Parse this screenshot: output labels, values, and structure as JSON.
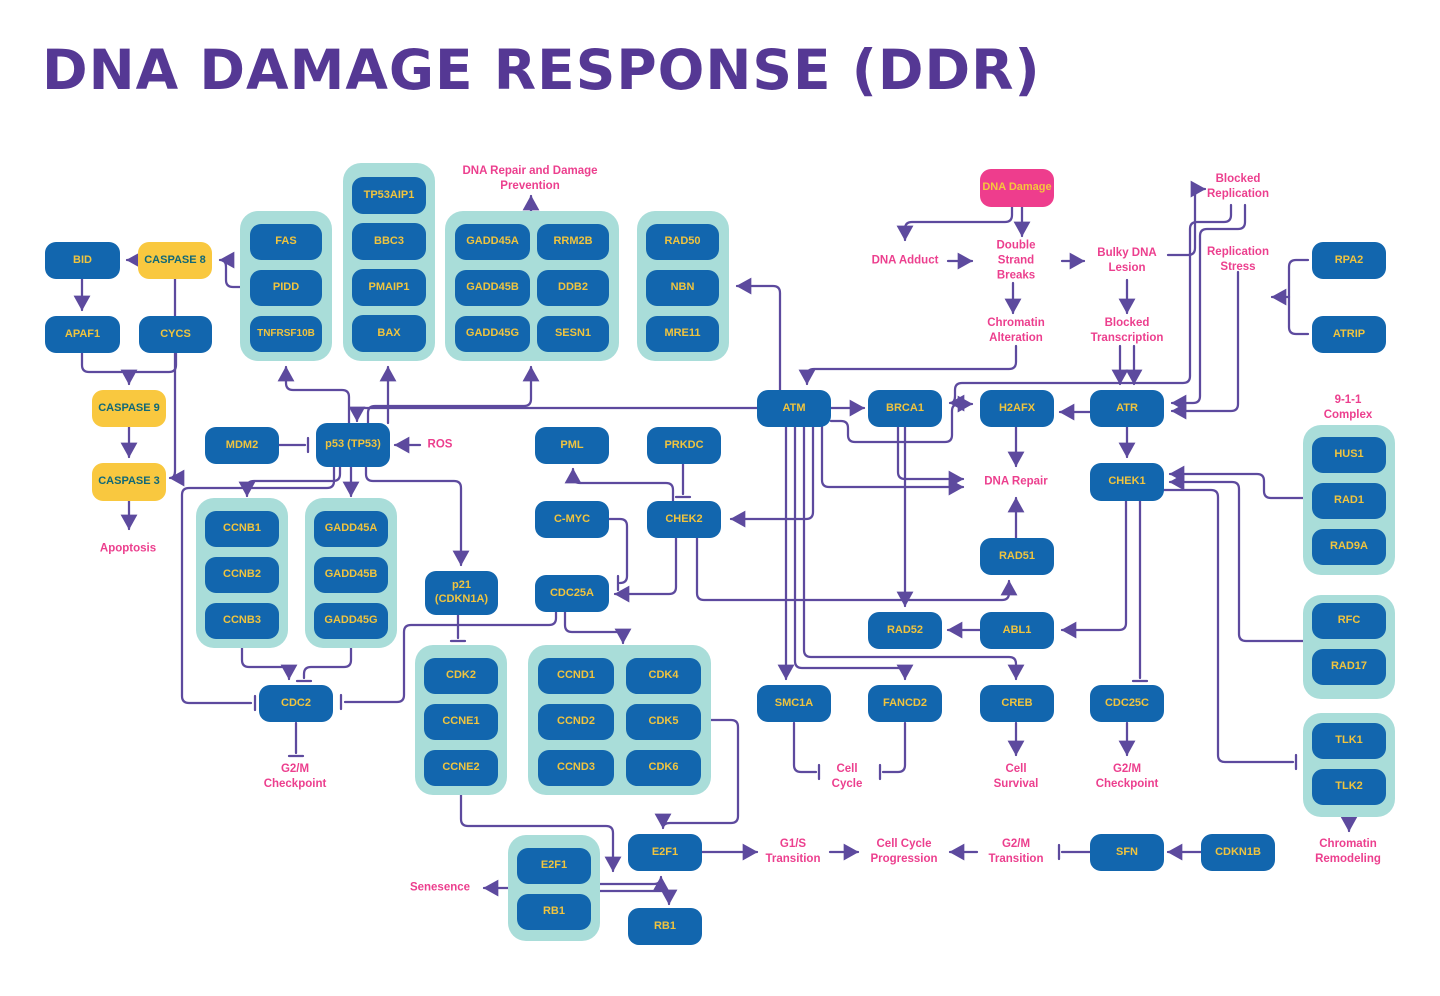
{
  "title": "DNA DAMAGE RESPONSE (DDR)",
  "colors": {
    "node_blue": "#1266ae",
    "node_yellow": "#f9c83f",
    "group_teal": "#a9ddd9",
    "accent_pink": "#ee3d8d",
    "wire_purple": "#5d4a9e",
    "title_purple": "#553894",
    "node_text_yellow": "#f0c43e",
    "yellow_node_text": "#0f6878"
  },
  "nodes": {
    "bid": "BID",
    "caspase8": "CASPASE 8",
    "apaf1": "APAF1",
    "cycs": "CYCS",
    "caspase9": "CASPASE 9",
    "caspase3": "CASPASE 3",
    "fas": "FAS",
    "pidd": "PIDD",
    "tnfrsf10b": "TNFRSF10B",
    "tp53aip1": "TP53AIP1",
    "bbc3": "BBC3",
    "pmaip1": "PMAIP1",
    "bax": "BAX",
    "gadd45a1": "GADD45A",
    "rrm2b": "RRM2B",
    "gadd45b1": "GADD45B",
    "ddb2": "DDB2",
    "gadd45g1": "GADD45G",
    "sesn1": "SESN1",
    "rad50": "RAD50",
    "nbn": "NBN",
    "mre11": "MRE11",
    "dna_damage": "DNA Damage",
    "rpa2": "RPA2",
    "atrip": "ATRIP",
    "atm": "ATM",
    "brca1": "BRCA1",
    "h2afx": "H2AFX",
    "atr": "ATR",
    "hus1": "HUS1",
    "rad1": "RAD1",
    "rad9a": "RAD9A",
    "mdm2": "MDM2",
    "p53": "p53 (TP53)",
    "pml": "PML",
    "prkdc": "PRKDC",
    "cmyc": "C-MYC",
    "chek2": "CHEK2",
    "chek1": "CHEK1",
    "rad51": "RAD51",
    "ccnb1": "CCNB1",
    "ccnb2": "CCNB2",
    "ccnb3": "CCNB3",
    "gadd45a2": "GADD45A",
    "gadd45b2": "GADD45B",
    "gadd45g2": "GADD45G",
    "p21": "p21 (CDKN1A)",
    "cdc25a": "CDC25A",
    "rad52": "RAD52",
    "abl1": "ABL1",
    "rfc": "RFC",
    "rad17": "RAD17",
    "cdk2": "CDK2",
    "ccne1": "CCNE1",
    "ccne2": "CCNE2",
    "ccnd1": "CCND1",
    "cdk4": "CDK4",
    "ccnd2": "CCND2",
    "cdk5": "CDK5",
    "ccnd3": "CCND3",
    "cdk6": "CDK6",
    "cdc2": "CDC2",
    "smc1a": "SMC1A",
    "fancd2": "FANCD2",
    "creb": "CREB",
    "cdc25c": "CDC25C",
    "tlk1": "TLK1",
    "tlk2": "TLK2",
    "e2f1_grp": "E2F1",
    "rb1_grp": "RB1",
    "e2f1_main": "E2F1",
    "rb1_main": "RB1",
    "sfn": "SFN",
    "cdkn1b": "CDKN1B"
  },
  "labels": {
    "apoptosis": "Apoptosis",
    "repair_prevention": "DNA Repair and Damage Prevention",
    "dna_adduct": "DNA Adduct",
    "dsb": "Double Strand Breaks",
    "bulky": "Bulky DNA Lesion",
    "blocked_replication": "Blocked Replication",
    "replication_stress": "Replication Stress",
    "chromatin_alteration": "Chromatin Alteration",
    "blocked_transcription": "Blocked Transcription",
    "nine_one_one": "9-1-1 Complex",
    "ros": "ROS",
    "dna_repair": "DNA Repair",
    "g2m_checkpoint_left": "G2/M Checkpoint",
    "cell_cycle": "Cell Cycle",
    "cell_survival": "Cell Survival",
    "g2m_checkpoint_right": "G2/M Checkpoint",
    "g1s_transition": "G1/S Transition",
    "cell_cycle_progression": "Cell Cycle Progression",
    "g2m_transition": "G2/M Transition",
    "chromatin_remodeling": "Chromatin Remodeling",
    "senesence": "Senesence"
  }
}
